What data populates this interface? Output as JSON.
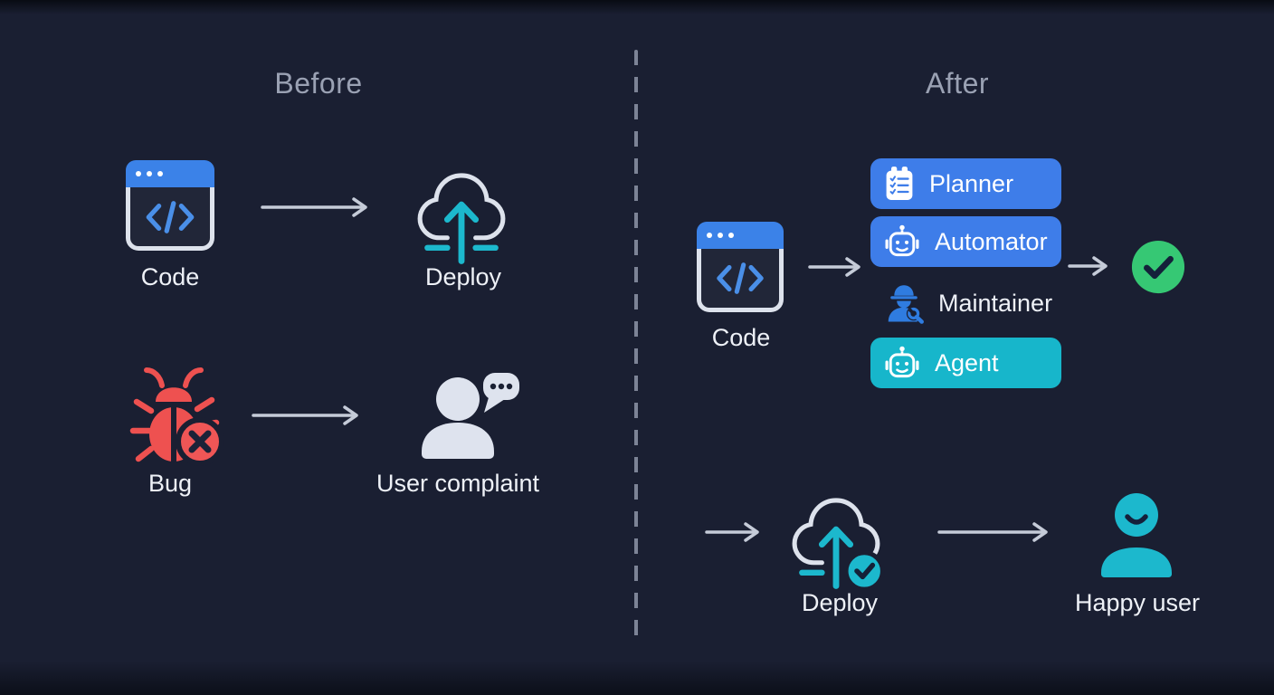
{
  "titles": {
    "before": "Before",
    "after": "After"
  },
  "before": {
    "code_label": "Code",
    "deploy_label": "Deploy",
    "bug_label": "Bug",
    "user_complaint_label": "User complaint"
  },
  "after": {
    "code_label": "Code",
    "pills": [
      {
        "label": "Planner",
        "icon": "clipboard-checklist-icon",
        "color": "#3e7de9"
      },
      {
        "label": "Automator",
        "icon": "robot-icon",
        "color": "#3e7de9"
      },
      {
        "label": "Maintainer",
        "icon": "worker-wrench-icon",
        "color": "transparent"
      },
      {
        "label": "Agent",
        "icon": "robot-icon",
        "color": "#17b6cb"
      }
    ],
    "deploy_label": "Deploy",
    "happy_user_label": "Happy user"
  },
  "icons": {
    "code": "code-window-icon",
    "deploy": "cloud-upload-icon",
    "deploy_done": "cloud-upload-check-icon",
    "bug": "bug-error-icon",
    "user_complaint": "person-chat-icon",
    "success": "check-circle-icon",
    "happy_user": "happy-user-icon",
    "flow": "arrow-right-icon"
  },
  "palette": {
    "background": "#1a1f32",
    "title_gray": "#9aa1b3",
    "label_white": "#eef1f7",
    "arrow_gray": "#c5cbd8",
    "divider_gray": "#8e95a8",
    "blue": "#3e7de9",
    "icon_blue": "#4a8fe8",
    "teal": "#1cb8cd",
    "pill_teal": "#17b6cb",
    "green": "#36c874",
    "red": "#ee5150",
    "light_gray_icon": "#dee3ee"
  }
}
